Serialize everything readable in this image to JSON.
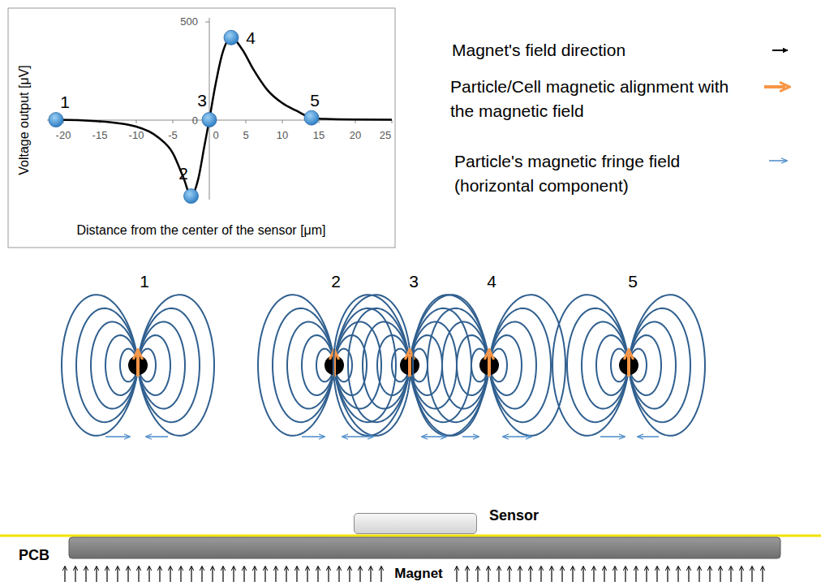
{
  "diagram": {
    "nodes": [
      {
        "text": [
          "Sensor"
        ]
      }
    ],
    "labels": [
      "500",
      "0",
      "-20",
      "-15",
      "-10",
      "-5",
      "0",
      "5",
      "10",
      "15",
      "20",
      "25",
      "Voltage output [μV]",
      "Distance from the center of the sensor [μm]",
      "1",
      "2",
      "3",
      "4",
      "5",
      "1",
      "2",
      "3",
      "4",
      "5",
      "PCB",
      "Magnet"
    ],
    "legend": [
      {
        "text": "Magnet's field direction"
      },
      {
        "text": "Particle/Cell magnetic alignment with the magnetic field"
      },
      {
        "text": "Particle's magnetic fringe field (horizontal component)"
      }
    ]
  }
}
